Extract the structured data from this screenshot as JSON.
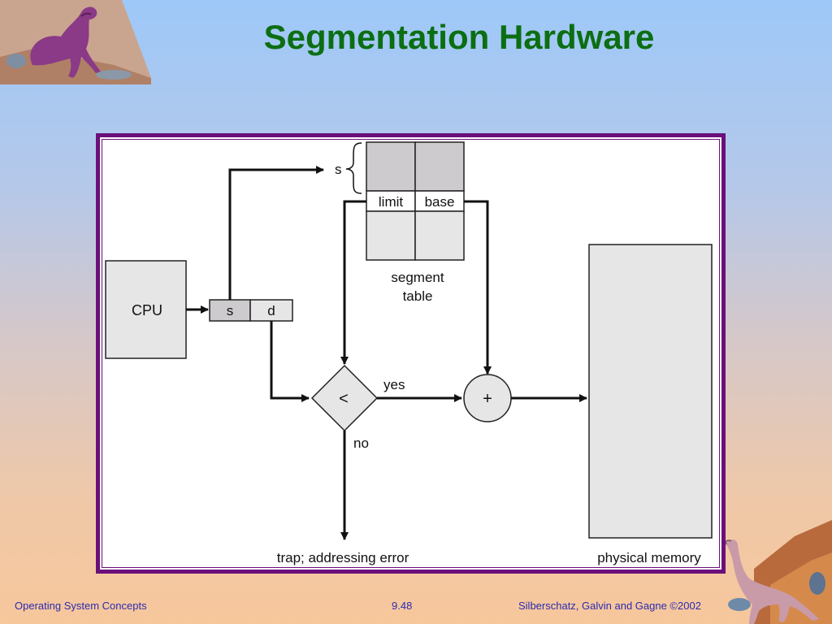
{
  "slide": {
    "title": "Segmentation Hardware",
    "footer": {
      "left": "Operating System Concepts",
      "center": "9.48",
      "right": "Silberschatz, Galvin and  Gagne ©2002"
    },
    "colors": {
      "title": "#0c6e12",
      "frame": "#6b0f7a",
      "footer_text": "#2b2bb0",
      "box_fill": "#e6e6e6",
      "cell_fill": "#cdcbce"
    }
  },
  "diagram": {
    "cpu_label": "CPU",
    "address_s": "s",
    "address_d": "d",
    "segment_index_label": "s",
    "table_col_limit": "limit",
    "table_col_base": "base",
    "segment_table_line1": "segment",
    "segment_table_line2": "table",
    "compare_symbol": "<",
    "yes_label": "yes",
    "no_label": "no",
    "adder_symbol": "+",
    "trap_label": "trap; addressing error",
    "memory_label": "physical  memory"
  }
}
